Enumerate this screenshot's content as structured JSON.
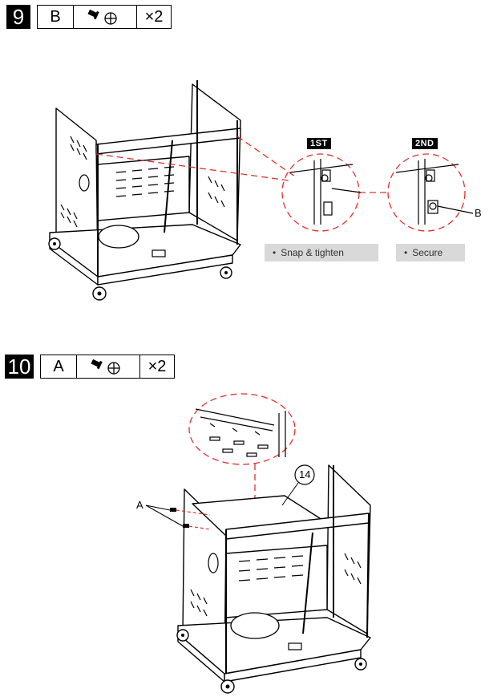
{
  "steps": [
    {
      "number": "9",
      "part": "B",
      "hardware_icon": "screw-with-washer-icon",
      "quantity": "×2",
      "detail_tags": [
        "1ST",
        "2ND"
      ],
      "detail_notes": [
        "Snap & tighten",
        "Secure"
      ],
      "callout": "B"
    },
    {
      "number": "10",
      "part": "A",
      "hardware_icon": "screw-with-washer-icon",
      "quantity": "×2",
      "callout_part": "14",
      "callout": "A"
    }
  ],
  "colors": {
    "accent_dash": "#e0302a",
    "label_bg": "#d9d9d9",
    "line": "#000000"
  }
}
